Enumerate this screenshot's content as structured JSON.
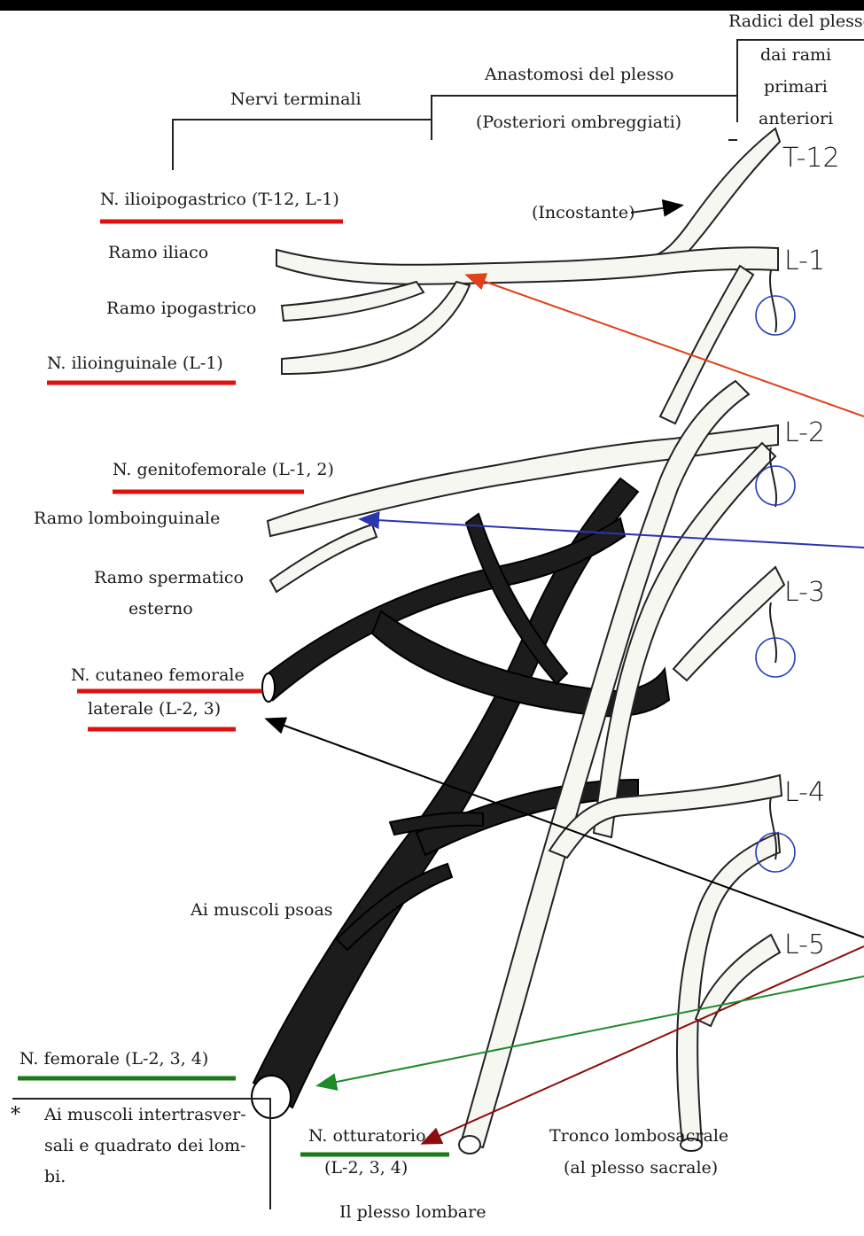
{
  "headers": {
    "roots_line1": "Radici del plesso",
    "roots_line2": "dai rami",
    "roots_line3": "primari",
    "roots_line4": "anteriori",
    "anastomosi_line1": "Anastomosi del plesso",
    "anastomosi_line2": "(Posteriori ombreggiati)",
    "terminal_nerves": "Nervi terminali"
  },
  "roots": [
    "T-12",
    "L-1",
    "L-2",
    "L-3",
    "L-4",
    "L-5"
  ],
  "labels": {
    "incostante": "(Incostante)",
    "ilioipogastrico": "N. ilioipogastrico (T-12, L-1)",
    "ramo_iliaco": "Ramo iliaco",
    "ramo_ipogastrico": "Ramo ipogastrico",
    "ilioinguinale": "N. ilioinguinale (L-1)",
    "genitofemorale": "N. genitofemorale (L-1, 2)",
    "ramo_lomboinguinale": "Ramo lomboinguinale",
    "ramo_spermatico_1": "Ramo spermatico",
    "ramo_spermatico_2": "esterno",
    "cutaneo_1": "N. cutaneo femorale",
    "cutaneo_2": "laterale (L-2, 3)",
    "psoas": "Ai muscoli psoas",
    "femorale": "N. femorale (L-2, 3, 4)",
    "footnote_star": "*",
    "footnote_1": "Ai muscoli intertrasver-",
    "footnote_2": "sali e quadrato dei lom-",
    "footnote_3": "bi.",
    "otturatorio_1": "N. otturatorio",
    "otturatorio_2": "(L-2, 3, 4)",
    "tronco_1": "Tronco lombosacrale",
    "tronco_2": "(al plesso sacrale)",
    "caption": "Il plesso lombare"
  },
  "colors": {
    "red_underline": "#e01010",
    "green_underline": "#1a7a1a",
    "blue_circle": "#2a3fb5",
    "orange_arrow": "#e0401a",
    "blue_arrow": "#2a35b0",
    "black_arrow": "#000000",
    "darkred_arrow": "#8b0d0d",
    "green_arrow": "#1f8a2a",
    "anterior_nerve_fill": "#f7f7f2",
    "posterior_nerve_fill": "#1c1c1c"
  }
}
